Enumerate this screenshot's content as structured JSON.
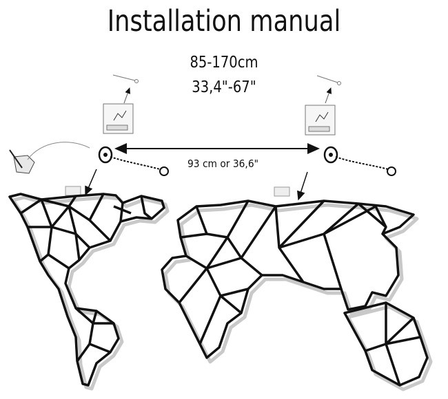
{
  "title": "Installation manual",
  "length_cm": "85-170cm",
  "length_in": "33,4\"-67\"",
  "distance_label": "93 cm or 36,6\""
}
